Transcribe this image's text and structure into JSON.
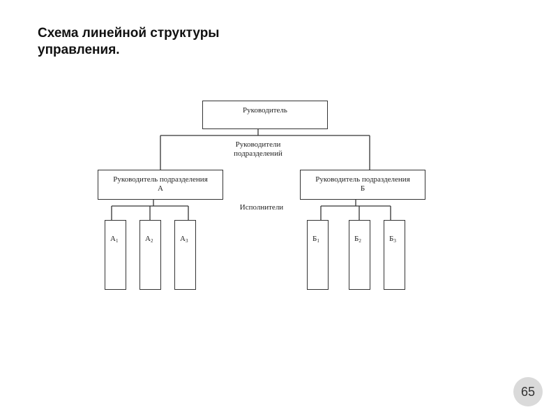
{
  "title": {
    "line1": "Схема линейной структуры",
    "line2": "управления."
  },
  "diagram": {
    "top": "Руководитель",
    "middle_label": {
      "line1": "Руководители",
      "line2": "подразделений"
    },
    "dept_a": {
      "line1": "Руководитель подразделения",
      "line2": "А"
    },
    "dept_b": {
      "line1": "Руководитель подразделения",
      "line2": "Б"
    },
    "executors_label": "Исполнители",
    "leaves_a": [
      {
        "letter": "А",
        "index": "1"
      },
      {
        "letter": "А",
        "index": "2"
      },
      {
        "letter": "А",
        "index": "3"
      }
    ],
    "leaves_b": [
      {
        "letter": "Б",
        "index": "1"
      },
      {
        "letter": "Б",
        "index": "2"
      },
      {
        "letter": "Б",
        "index": "3"
      }
    ]
  },
  "page_number": "65"
}
